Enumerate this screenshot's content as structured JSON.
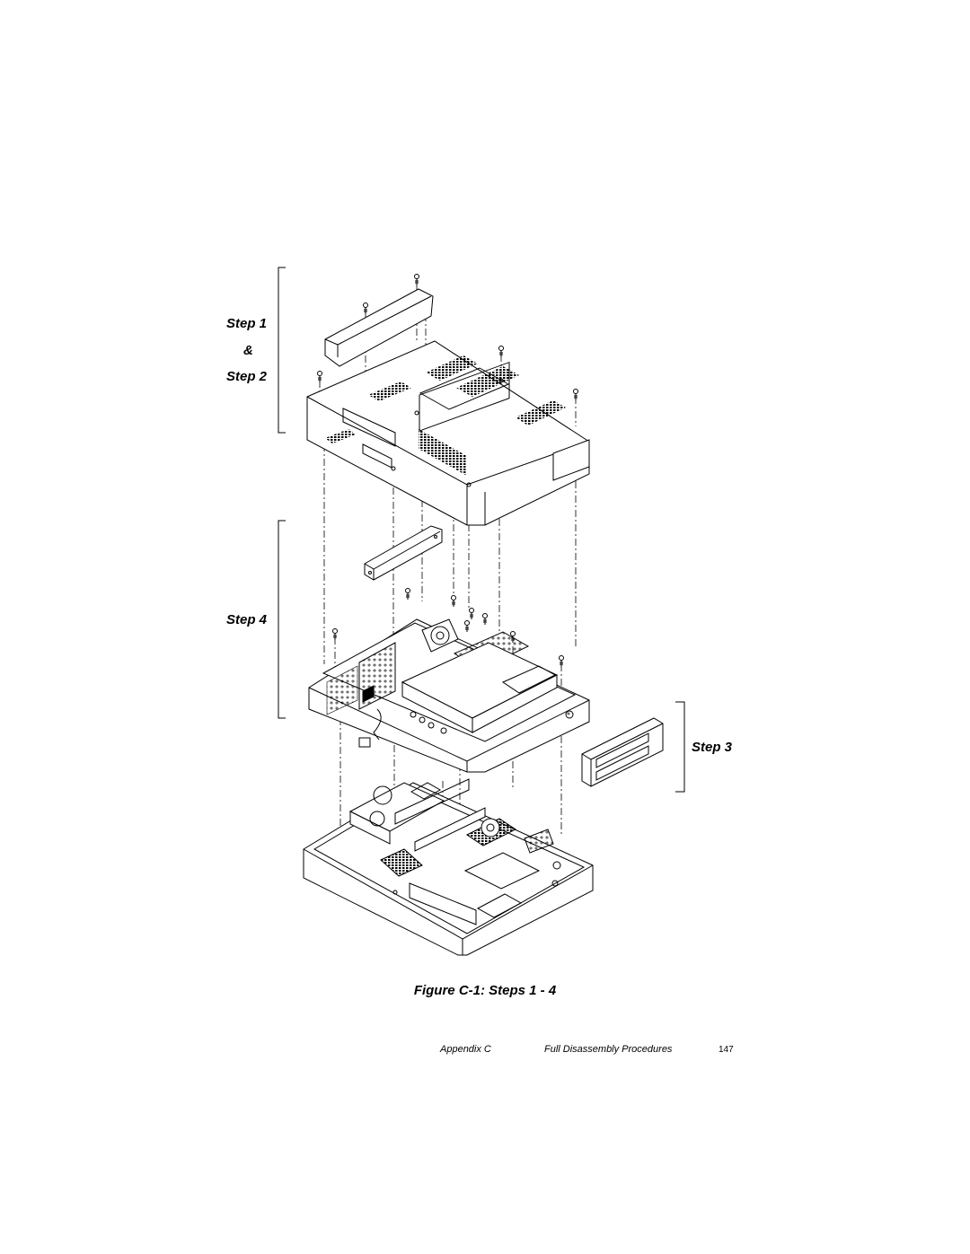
{
  "figure": {
    "labels": {
      "step1": "Step 1",
      "ampersand": "&",
      "step2": "Step 2",
      "step3": "Step 3",
      "step4": "Step 4"
    },
    "caption": "Figure C-1: Steps 1 - 4"
  },
  "footer": {
    "appendix": "Appendix C",
    "section": "Full Disassembly Procedures",
    "page_number": "147"
  }
}
